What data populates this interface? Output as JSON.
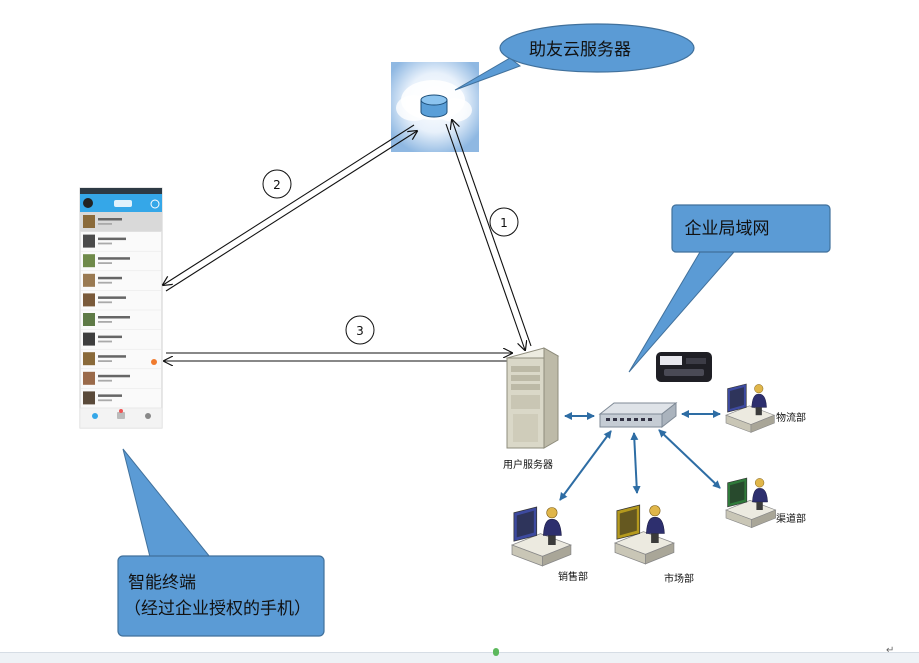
{
  "callouts": {
    "cloud": "助友云服务器",
    "lan": "企业局域网",
    "terminal_line1": "智能终端",
    "terminal_line2": "（经过企业授权的手机）"
  },
  "arrow_numbers": {
    "a1": "1",
    "a2": "2",
    "a3": "3"
  },
  "nodes": {
    "user_server": "用户服务器",
    "sales": "销售部",
    "market": "市场部",
    "channel": "渠道部",
    "logistics": "物流部"
  },
  "colors": {
    "callout_fill": "#5b9bd5",
    "callout_stroke": "#41719c",
    "arrow": "#2e6da4",
    "cloud_bg": "#9ec3e6",
    "phone_header": "#35a7e8"
  },
  "footer": {
    "return_mark": "↵"
  }
}
